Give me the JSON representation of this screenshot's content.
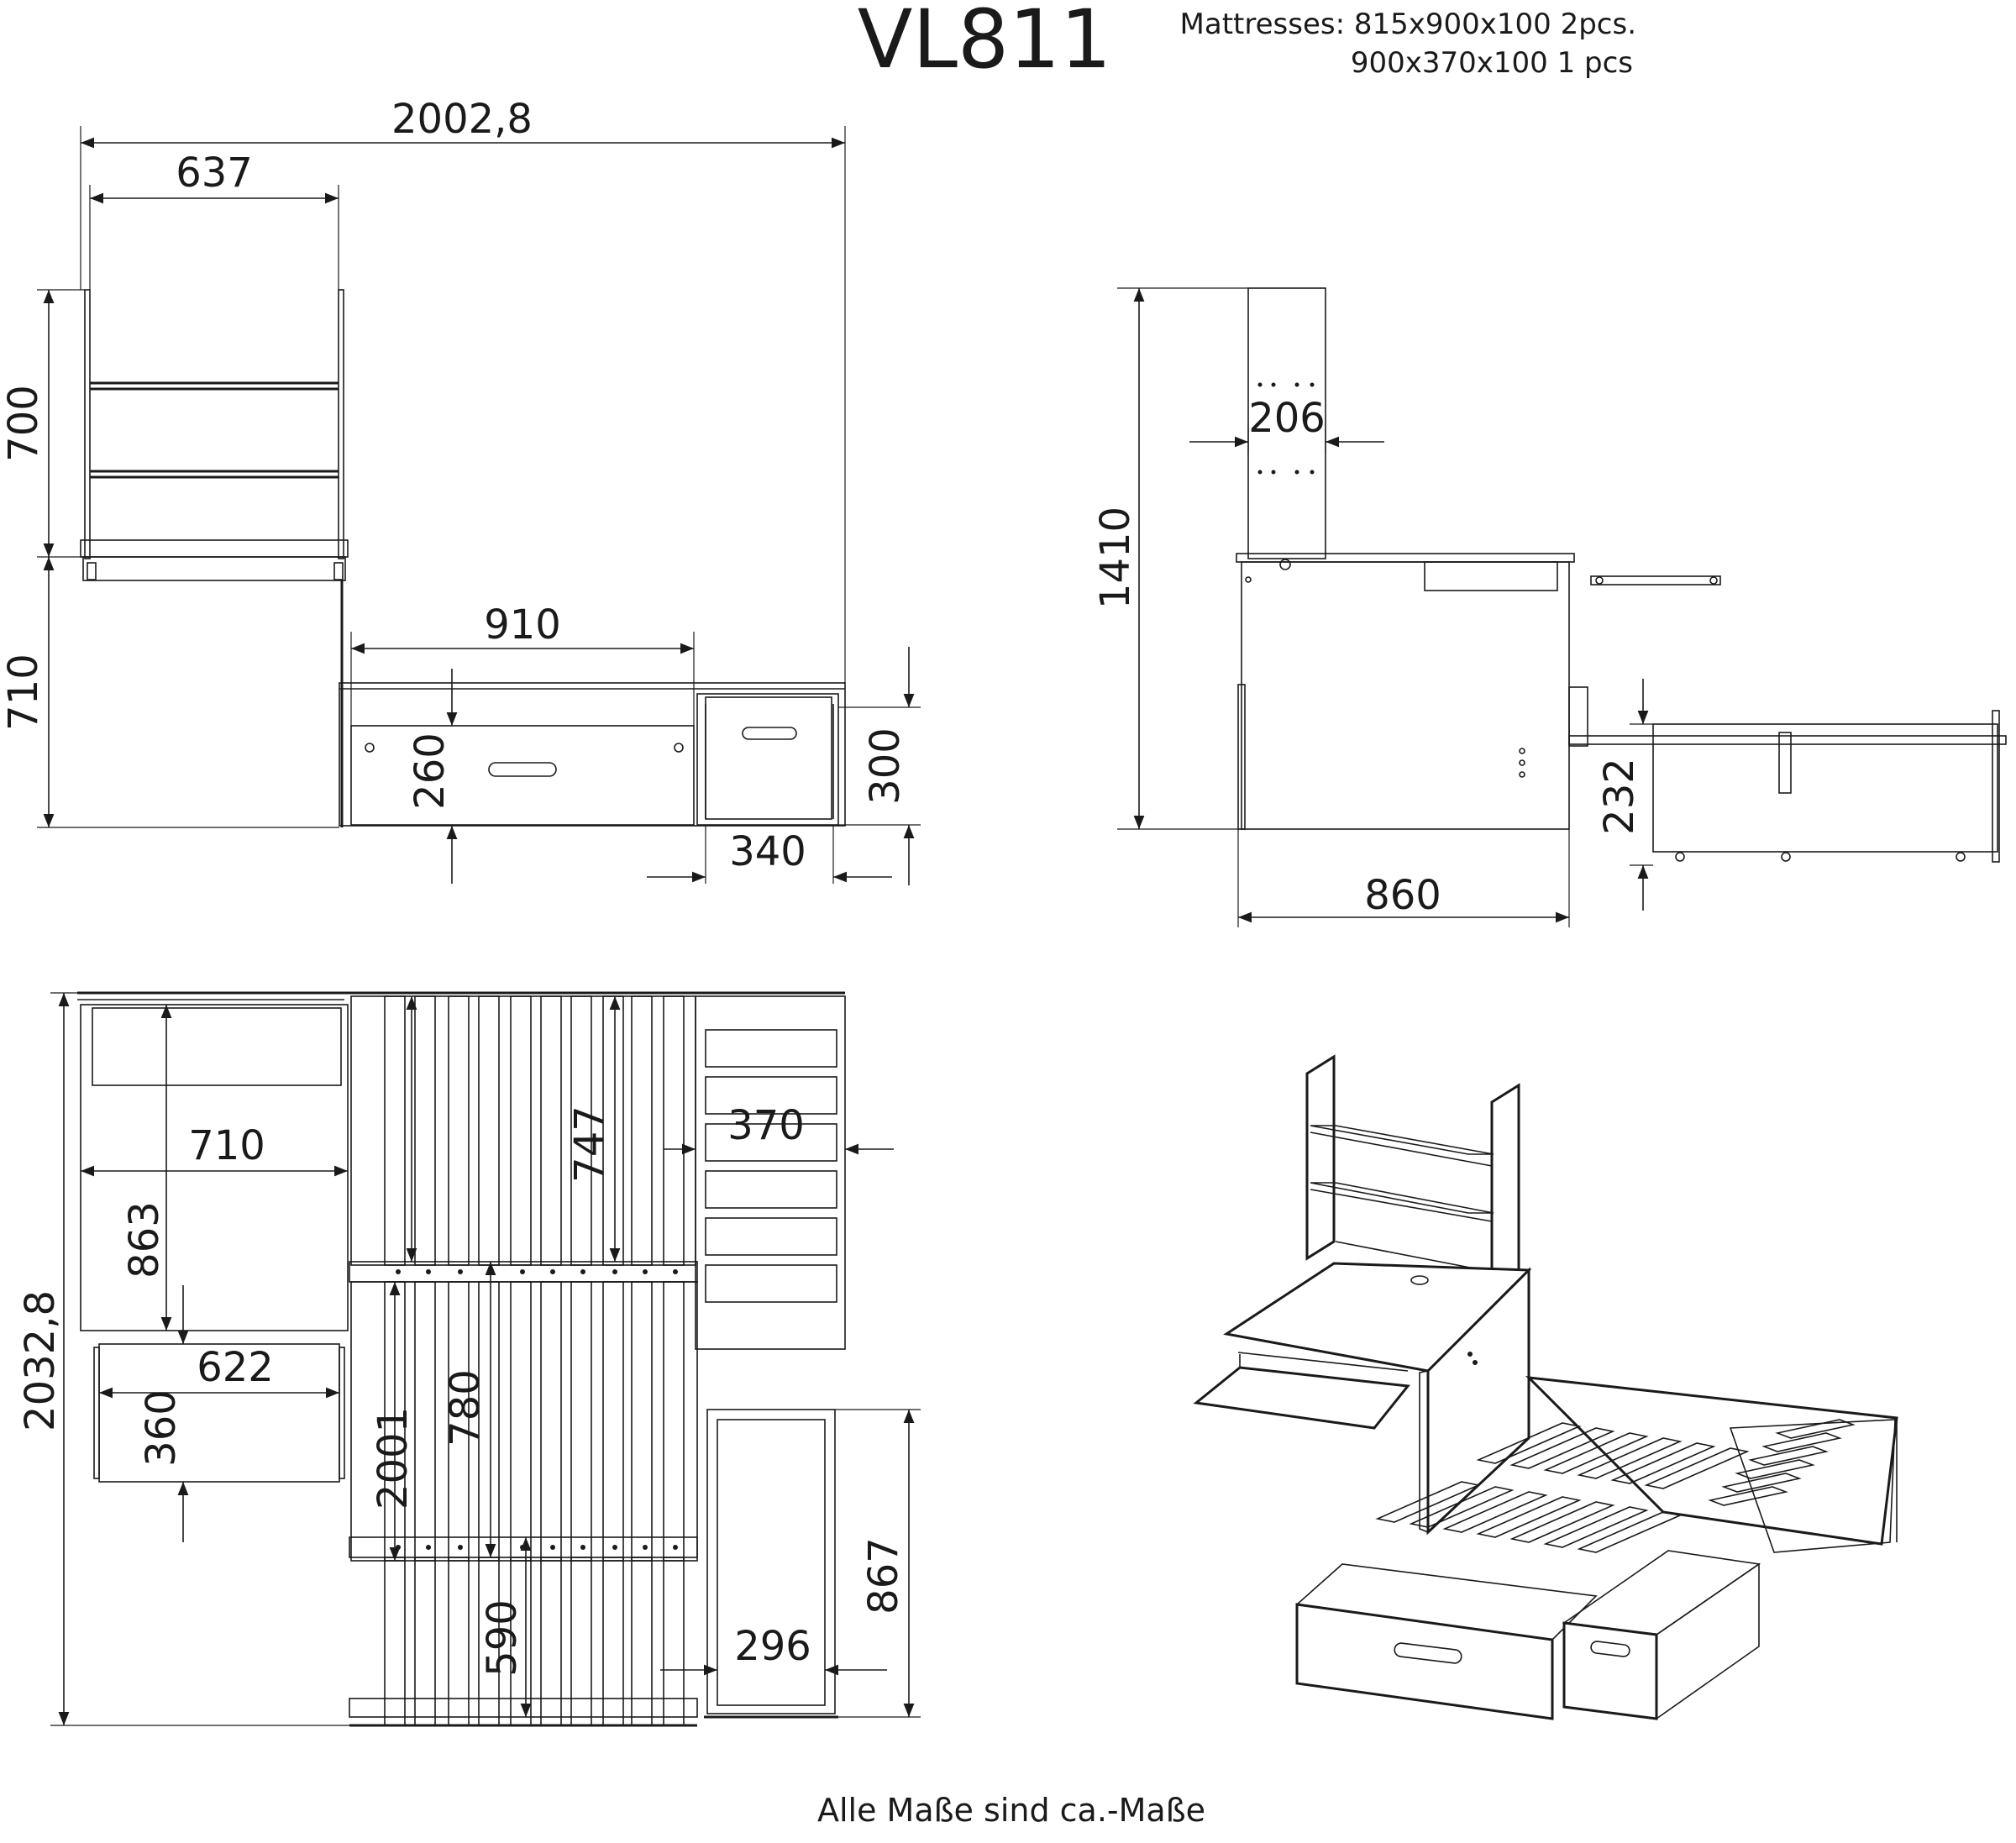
{
  "title": "VL811",
  "mattresses": {
    "line1": "Mattresses: 815x900x100 2pcs.",
    "line2": "900x370x100 1 pcs"
  },
  "front_view": {
    "dim_total_width": "2002,8",
    "dim_shelf_width": "637",
    "dim_shelf_height": "700",
    "dim_desk_height": "710",
    "dim_drawer_width": "910",
    "dim_drawer_height": "260",
    "dim_small_drawer_width": "340",
    "dim_small_drawer_height": "300"
  },
  "side_view": {
    "dim_shelf_depth": "206",
    "dim_total_height": "1410",
    "dim_depth": "860",
    "dim_drawer_height": "232"
  },
  "top_view": {
    "dim_total_length": "2032,8",
    "dim_desk_width": "710",
    "dim_desk_depth": "863",
    "dim_tray_width": "622",
    "dim_tray_depth": "360",
    "dim_side_width": "370",
    "dim_slat_upper": "747",
    "dim_slat_middle": "780",
    "dim_bed_length": "2001",
    "dim_slat_lower": "590",
    "dim_drawer_width": "296",
    "dim_drawer_length": "867"
  },
  "footer": "Alle Maße sind ca.-Maße"
}
